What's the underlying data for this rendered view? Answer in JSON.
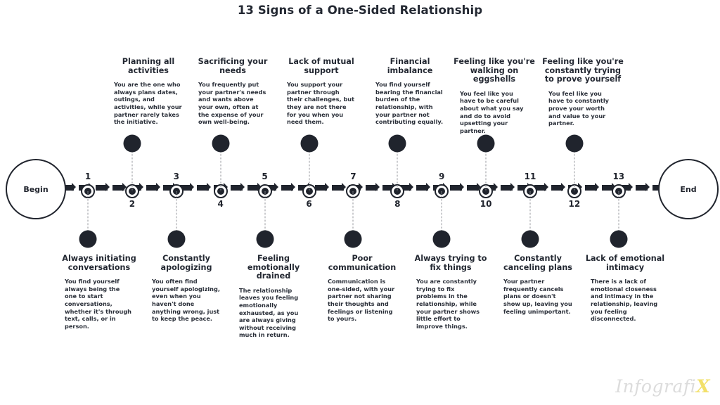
{
  "title": "13 Signs of a One-Sided Relationship",
  "timeline": {
    "start_label": "Begin",
    "end_label": "End",
    "node_numbers": [
      "1",
      "2",
      "3",
      "4",
      "5",
      "6",
      "7",
      "8",
      "9",
      "10",
      "11",
      "12",
      "13"
    ]
  },
  "watermark": {
    "text": "Infografi",
    "accent_letter": "X",
    "accent_color": "#f2e06a",
    "text_color": "#dcdcdc"
  },
  "colors": {
    "ink": "#20242d",
    "body_text": "#2a2f39",
    "stem": "#8d8f95",
    "background": "#ffffff"
  },
  "signs": [
    {
      "number": "1",
      "position": "bottom",
      "heading": "Always initiating conversations",
      "body": "You find yourself always being the one to start conversations, whether it's through text, calls, or in person."
    },
    {
      "number": "2",
      "position": "top",
      "heading": "Planning all activities",
      "body": "You are the one who always plans dates, outings, and activities, while your partner rarely takes the initiative."
    },
    {
      "number": "3",
      "position": "bottom",
      "heading": "Constantly apologizing",
      "body": "You often find yourself apologizing, even when you haven't done anything wrong, just to keep the peace."
    },
    {
      "number": "4",
      "position": "top",
      "heading": "Sacrificing your needs",
      "body": "You frequently put your partner's needs and wants above your own, often at the expense of your own well-being."
    },
    {
      "number": "5",
      "position": "bottom",
      "heading": "Feeling emotionally drained",
      "body": "The relationship leaves you feeling emotionally exhausted, as you are always giving without receiving much in return."
    },
    {
      "number": "6",
      "position": "top",
      "heading": "Lack of mutual support",
      "body": "You support your partner through their challenges, but they are not there for you when you need them."
    },
    {
      "number": "7",
      "position": "bottom",
      "heading": "Poor communication",
      "body": "Communication is one-sided, with your partner not sharing their thoughts and feelings or listening to yours."
    },
    {
      "number": "8",
      "position": "top",
      "heading": "Financial imbalance",
      "body": "You find yourself bearing the financial burden of the relationship, with your partner not contributing equally."
    },
    {
      "number": "9",
      "position": "bottom",
      "heading": "Always trying to fix things",
      "body": "You are constantly trying to fix problems in the relationship, while your partner shows little effort to improve things."
    },
    {
      "number": "10",
      "position": "top",
      "heading": "Feeling like you're walking on eggshells",
      "body": "You feel like you have to be careful about what you say and do to avoid upsetting your partner."
    },
    {
      "number": "11",
      "position": "bottom",
      "heading": "Constantly canceling plans",
      "body": "Your partner frequently cancels plans or doesn't show up, leaving you feeling unimportant."
    },
    {
      "number": "12",
      "position": "top",
      "heading": "Feeling like you're constantly trying to prove yourself",
      "body": "You feel like you have to constantly prove your worth and value to your partner."
    },
    {
      "number": "13",
      "position": "bottom",
      "heading": "Lack of emotional intimacy",
      "body": "There is a lack of emotional closeness and intimacy in the relationship, leaving you feeling disconnected."
    }
  ]
}
